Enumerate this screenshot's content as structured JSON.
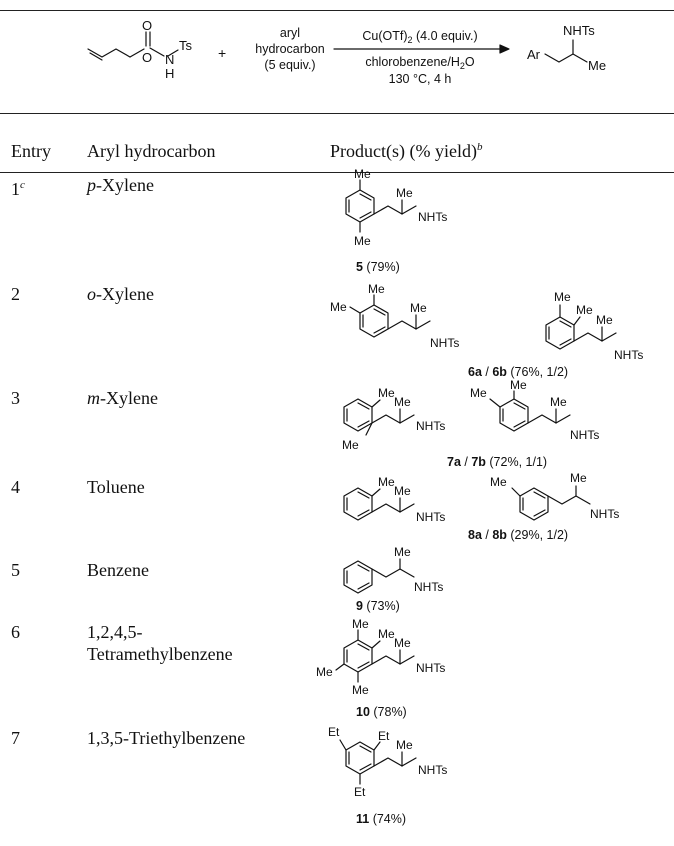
{
  "scheme": {
    "reagent_ts": "Ts",
    "reagent_h": "H",
    "reagent_n": "N",
    "reagent_o": "O",
    "plus": "+",
    "aryl_line1": "aryl",
    "aryl_line2": "hydrocarbon",
    "aryl_line3": "(5 equiv.)",
    "cond_above_pre": "Cu(OTf)",
    "cond_above_sub": "2",
    "cond_above_post": " (4.0 equiv.)",
    "cond_below1_pre": "chlorobenzene/H",
    "cond_below1_sub": "2",
    "cond_below1_post": "O",
    "cond_below2": "130 °C, 4 h",
    "product_nhts": "NHTs",
    "product_ar": "Ar",
    "product_me": "Me"
  },
  "headers": {
    "entry": "Entry",
    "aryl": "Aryl hydrocarbon",
    "product_main": "Product(s) (% yield)",
    "product_sup": "b"
  },
  "rows": [
    {
      "entry": "1",
      "entry_sup": "c",
      "name_italic": "p",
      "name_rest": "-Xylene",
      "label_bold": "5",
      "label_rest": " (79%)"
    },
    {
      "entry": "2",
      "entry_sup": "",
      "name_italic": "o",
      "name_rest": "-Xylene",
      "label_bold": "6a",
      "label_sep": " / ",
      "label_bold2": "6b",
      "label_rest": " (76%, 1/2)"
    },
    {
      "entry": "3",
      "entry_sup": "",
      "name_italic": "m",
      "name_rest": "-Xylene",
      "label_bold": "7a",
      "label_sep": " / ",
      "label_bold2": "7b",
      "label_rest": " (72%, 1/1)"
    },
    {
      "entry": "4",
      "entry_sup": "",
      "name_italic": "",
      "name_rest": "Toluene",
      "label_bold": "8a",
      "label_sep": " / ",
      "label_bold2": "8b",
      "label_rest": " (29%, 1/2)"
    },
    {
      "entry": "5",
      "entry_sup": "",
      "name_italic": "",
      "name_rest": "Benzene",
      "label_bold": "9",
      "label_rest": " (73%)"
    },
    {
      "entry": "6",
      "entry_sup": "",
      "name_italic": "",
      "name_rest": "1,2,4,5-",
      "name_line2": "Tetramethylbenzene",
      "label_bold": "10",
      "label_rest": " (78%)"
    },
    {
      "entry": "7",
      "entry_sup": "",
      "name_italic": "",
      "name_rest": "1,3,5-Triethylbenzene",
      "label_bold": "11",
      "label_rest": " (74%)"
    }
  ],
  "atoms": {
    "me": "Me",
    "et": "Et",
    "nhts": "NHTs"
  }
}
